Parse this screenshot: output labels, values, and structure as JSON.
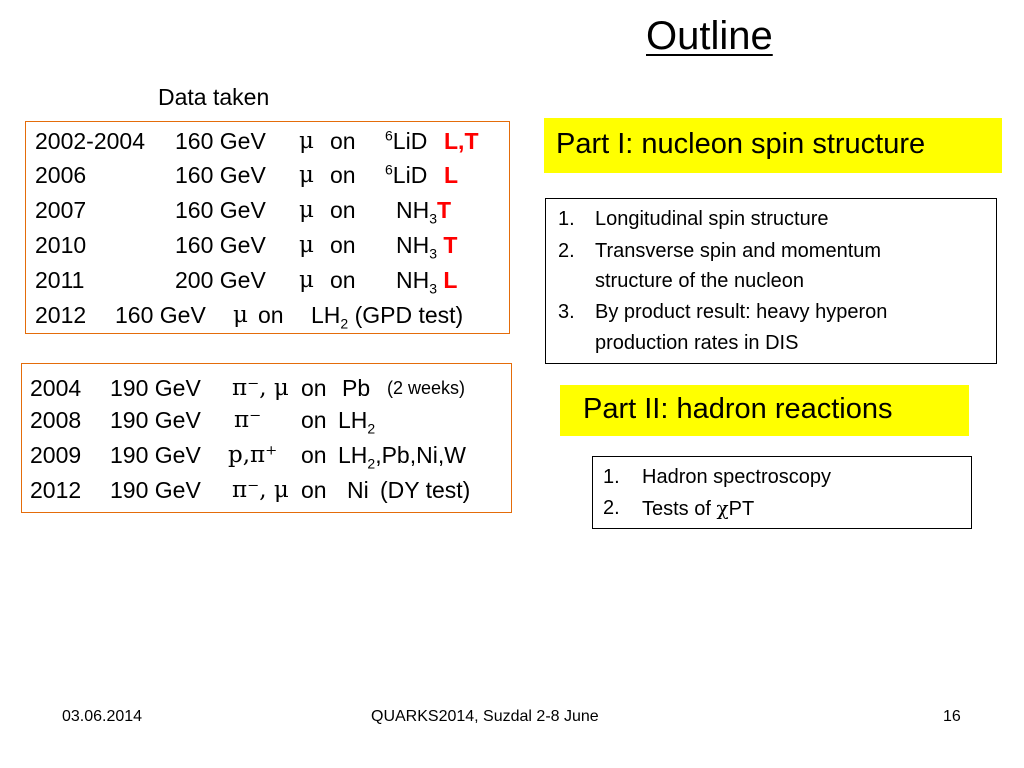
{
  "slide": {
    "title": "Outline",
    "data_taken_label": "Data taken"
  },
  "muon_runs": [
    {
      "years": "2002-2004",
      "beam": "160 GeV",
      "particle": "μ",
      "on": "on",
      "target_sup": "6",
      "target": "LiD",
      "target_sub": "",
      "suffix": "",
      "flag": "L,T"
    },
    {
      "years": "2006",
      "beam": "160 GeV",
      "particle": "μ",
      "on": "on",
      "target_sup": "6",
      "target": "LiD",
      "target_sub": "",
      "suffix": "",
      "flag": "L"
    },
    {
      "years": "2007",
      "beam": "160 GeV",
      "particle": "μ",
      "on": "on",
      "target_sup": "",
      "target": "NH",
      "target_sub": "3",
      "suffix": "",
      "flag": "T"
    },
    {
      "years": "2010",
      "beam": "160 GeV",
      "particle": "μ",
      "on": "on",
      "target_sup": "",
      "target": "NH",
      "target_sub": "3",
      "suffix": "",
      "flag": "T"
    },
    {
      "years": "2011",
      "beam": "200 GeV",
      "particle": "μ",
      "on": "on",
      "target_sup": "",
      "target": "NH",
      "target_sub": "3",
      "suffix": "",
      "flag": "L"
    },
    {
      "years": "2012",
      "beam": "160 GeV",
      "particle": "μ",
      "on": "on",
      "target_sup": "",
      "target": "LH",
      "target_sub": "2",
      "suffix": "(GPD test)",
      "flag": ""
    }
  ],
  "hadron_runs": [
    {
      "years": "2004",
      "beam": "190 GeV",
      "particle": "π⁻, μ",
      "on": "on",
      "target": "Pb",
      "target_sub": "",
      "suffix": "(2 weeks)"
    },
    {
      "years": "2008",
      "beam": "190 GeV",
      "particle": "π⁻",
      "on": "on",
      "target": "LH",
      "target_sub": "2",
      "suffix": ""
    },
    {
      "years": "2009",
      "beam": "190 GeV",
      "particle": "p,π⁺",
      "on": "on",
      "target": "LH",
      "target_sub": "2",
      "suffix": ",Pb,Ni,W"
    },
    {
      "years": "2012",
      "beam": "190 GeV",
      "particle": "π⁻, μ",
      "on": "on",
      "target": "Ni",
      "target_sub": "",
      "suffix": "(DY test)"
    }
  ],
  "part1": {
    "heading": "Part I: nucleon spin structure",
    "items": [
      {
        "num": "1.",
        "lines": [
          "Longitudinal spin structure"
        ]
      },
      {
        "num": "2.",
        "lines": [
          "Transverse spin and momentum",
          "structure of the nucleon"
        ]
      },
      {
        "num": "3.",
        "lines": [
          "By product result: heavy hyperon",
          "production rates in DIS"
        ]
      }
    ]
  },
  "part2": {
    "heading": "Part II: hadron reactions",
    "items": [
      {
        "num": "1.",
        "text": "Hadron spectroscopy"
      },
      {
        "num": "2.",
        "text_pre": "Tests of ",
        "symbol": "χ",
        "text_post": "PT"
      }
    ]
  },
  "footer": {
    "date": "03.06.2014",
    "conference": "QUARKS2014, Suzdal 2-8 June",
    "page": "16"
  },
  "colors": {
    "highlight": "#ffff00",
    "flag_red": "#ff0000",
    "box_orange": "#e46c0a"
  }
}
